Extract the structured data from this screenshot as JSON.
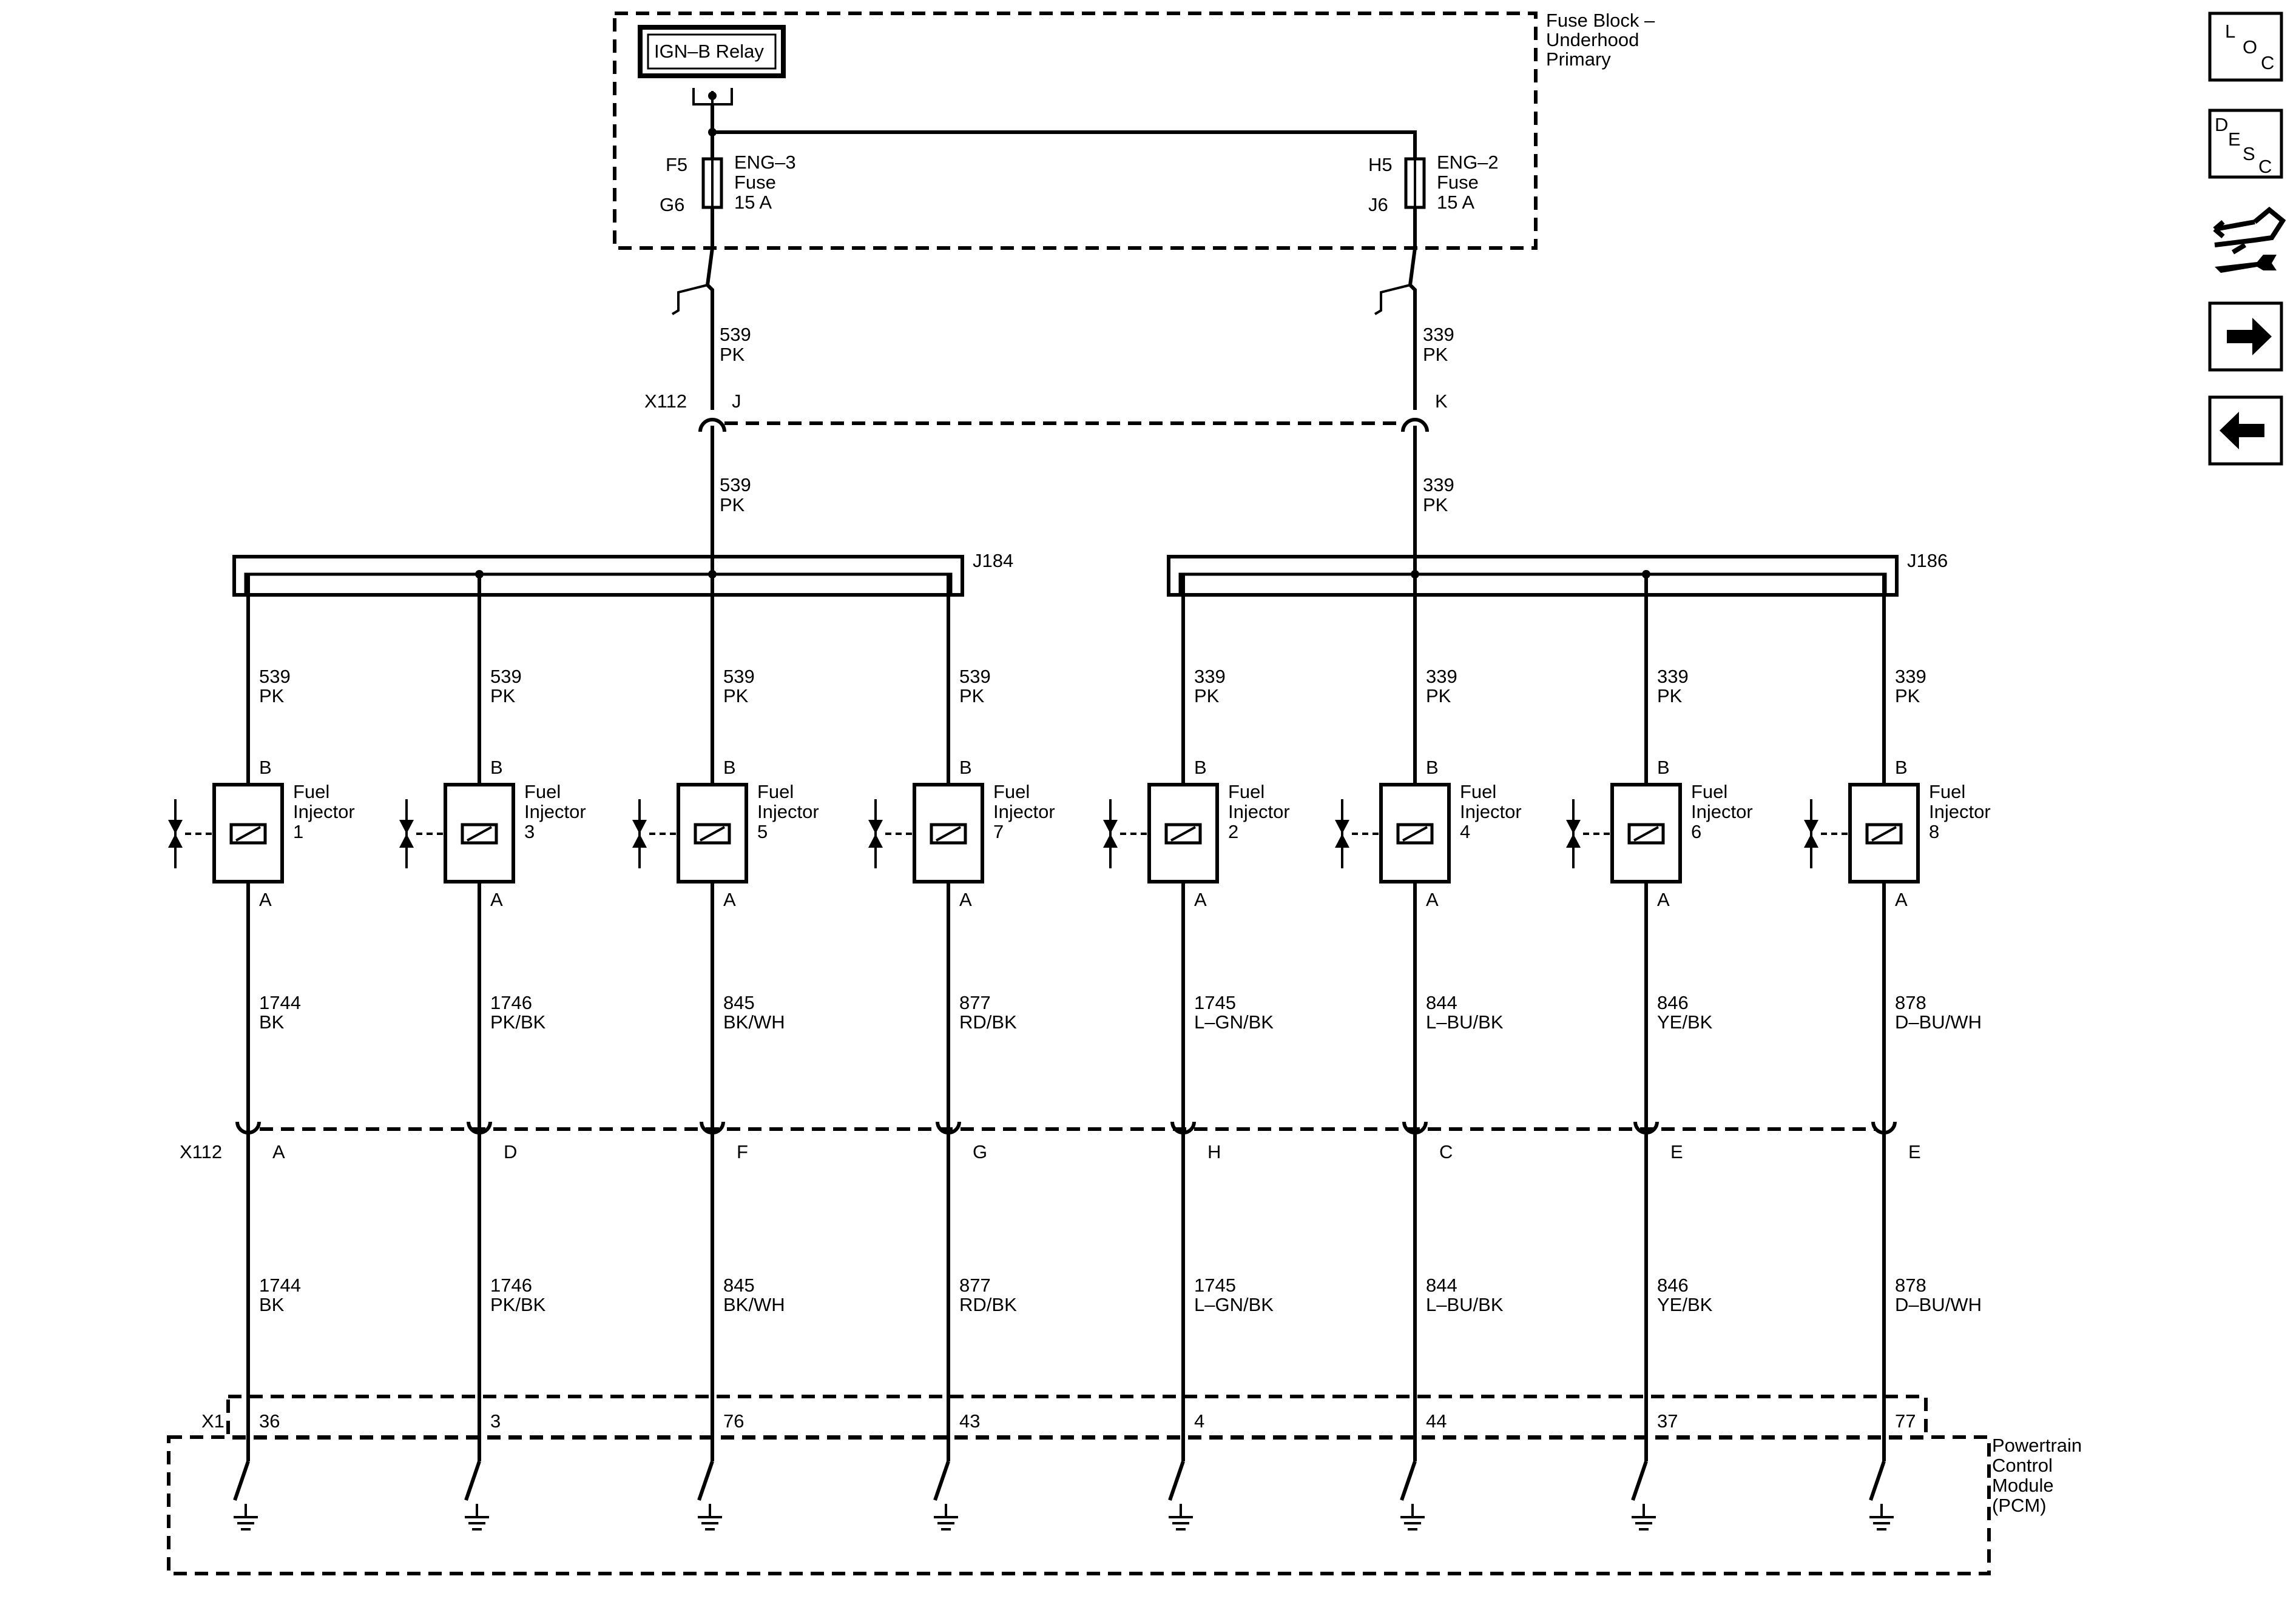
{
  "fuse_block": {
    "title_lines": [
      "Fuse Block –",
      "Underhood",
      "Primary"
    ],
    "relay_label": "IGN–B Relay",
    "fuses": [
      {
        "top_pin": "F5",
        "bottom_pin": "G6",
        "name": "ENG–3",
        "type": "Fuse",
        "rating": "15 A"
      },
      {
        "top_pin": "H5",
        "bottom_pin": "J6",
        "name": "ENG–2",
        "type": "Fuse",
        "rating": "15 A"
      }
    ]
  },
  "feed_wires": [
    {
      "circuit": "539",
      "color": "PK"
    },
    {
      "circuit": "339",
      "color": "PK"
    }
  ],
  "connector_top": {
    "name": "X112",
    "pins": [
      "J",
      "K"
    ]
  },
  "splices": [
    "J184",
    "J186"
  ],
  "injector_label": [
    "Fuel",
    "Injector"
  ],
  "injector_pin_b": "B",
  "injector_pin_a": "A",
  "injectors": [
    {
      "number": "1",
      "supply_circuit": "539",
      "supply_color": "PK",
      "circuit": "1744",
      "color": "BK",
      "x112_pin": "A",
      "pcm_pin": "36"
    },
    {
      "number": "3",
      "supply_circuit": "539",
      "supply_color": "PK",
      "circuit": "1746",
      "color": "PK/BK",
      "x112_pin": "D",
      "pcm_pin": "3"
    },
    {
      "number": "5",
      "supply_circuit": "539",
      "supply_color": "PK",
      "circuit": "845",
      "color": "BK/WH",
      "x112_pin": "F",
      "pcm_pin": "76"
    },
    {
      "number": "7",
      "supply_circuit": "539",
      "supply_color": "PK",
      "circuit": "877",
      "color": "RD/BK",
      "x112_pin": "G",
      "pcm_pin": "43"
    },
    {
      "number": "2",
      "supply_circuit": "339",
      "supply_color": "PK",
      "circuit": "1745",
      "color": "L–GN/BK",
      "x112_pin": "H",
      "pcm_pin": "4"
    },
    {
      "number": "4",
      "supply_circuit": "339",
      "supply_color": "PK",
      "circuit": "844",
      "color": "L–BU/BK",
      "x112_pin": "C",
      "pcm_pin": "44"
    },
    {
      "number": "6",
      "supply_circuit": "339",
      "supply_color": "PK",
      "circuit": "846",
      "color": "YE/BK",
      "x112_pin": "E",
      "pcm_pin": "37"
    },
    {
      "number": "8",
      "supply_circuit": "339",
      "supply_color": "PK",
      "circuit": "878",
      "color": "D–BU/WH",
      "x112_pin": "E",
      "pcm_pin": "77"
    }
  ],
  "connector_bottom": {
    "name": "X112"
  },
  "pcm": {
    "connector": "X1",
    "title_lines": [
      "Powertrain",
      "Control",
      "Module",
      "(PCM)"
    ]
  },
  "sidebar": {
    "loc": [
      "L",
      "O",
      "C"
    ],
    "desc": [
      "D",
      "E",
      "S",
      "C"
    ],
    "buttons": [
      "loc-icon",
      "desc-icon",
      "connector-repair-icon",
      "next-arrow-icon",
      "back-arrow-icon"
    ]
  }
}
